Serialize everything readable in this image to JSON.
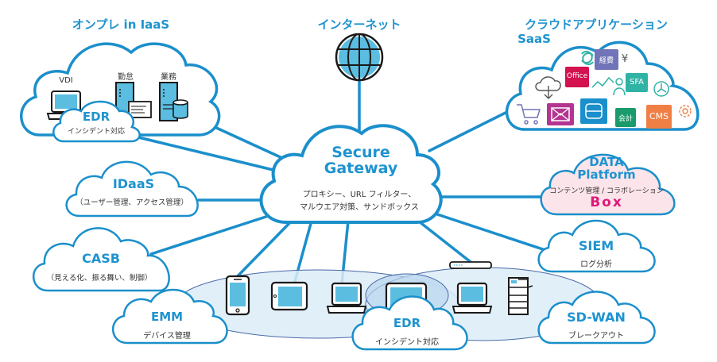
{
  "colors": {
    "accent": "#1e93cf",
    "line": "#1b8fcb",
    "screen": "#5bbde0",
    "device_outline": "#1a1a1a",
    "zone_fill": "#dcecf8",
    "zone_edge": "#4a6aa8",
    "data_platform_fill": "#fbe4ea",
    "box_brand": "#e0187a"
  },
  "center": {
    "title_line1": "Secure",
    "title_line2": "Gateway",
    "desc_line1": "プロキシー、URL フィルター、",
    "desc_line2": "マルウエア対策、サンドボックス"
  },
  "headers": {
    "onprem": "オンプレ in IaaS",
    "internet": "インターネット",
    "saas_line1": "クラウドアプリケーション",
    "saas_line2": "SaaS"
  },
  "onprem": {
    "vdi_label": "VDI",
    "attendance_label": "勤怠",
    "business_label": "業務",
    "edr_title": "EDR",
    "edr_sub": "インシデント対応"
  },
  "saas_apps": {
    "expense": "経費",
    "yen": "¥",
    "office": "Office",
    "sfa": "SFA",
    "accounting": "会計",
    "cms": "CMS",
    "app_colors": {
      "expense": "#7174b8",
      "office": "#d3124f",
      "sfa": "#2fb3a5",
      "mail": "#b43591",
      "db": "#1b8fcb",
      "accounting": "#1a9b6c",
      "cms": "#ef7f45"
    }
  },
  "nodes": {
    "idaas": {
      "title": "IDaaS",
      "sub": "（ユーザー管理、アクセス管理）"
    },
    "casb": {
      "title": "CASB",
      "sub": "（見える化、振る舞い、制御）"
    },
    "emm": {
      "title": "EMM",
      "sub": "デバイス管理"
    },
    "edr_bottom": {
      "title": "EDR",
      "sub": "インシデント対応"
    },
    "data_platform": {
      "title_line1": "DATA",
      "title_line2": "Platform",
      "sub": "コンテンツ管理 / コラボレーション",
      "brand": "Box"
    },
    "siem": {
      "title": "SIEM",
      "sub": "ログ分析"
    },
    "sdwan": {
      "title": "SD-WAN",
      "sub": "ブレークアウト"
    }
  }
}
